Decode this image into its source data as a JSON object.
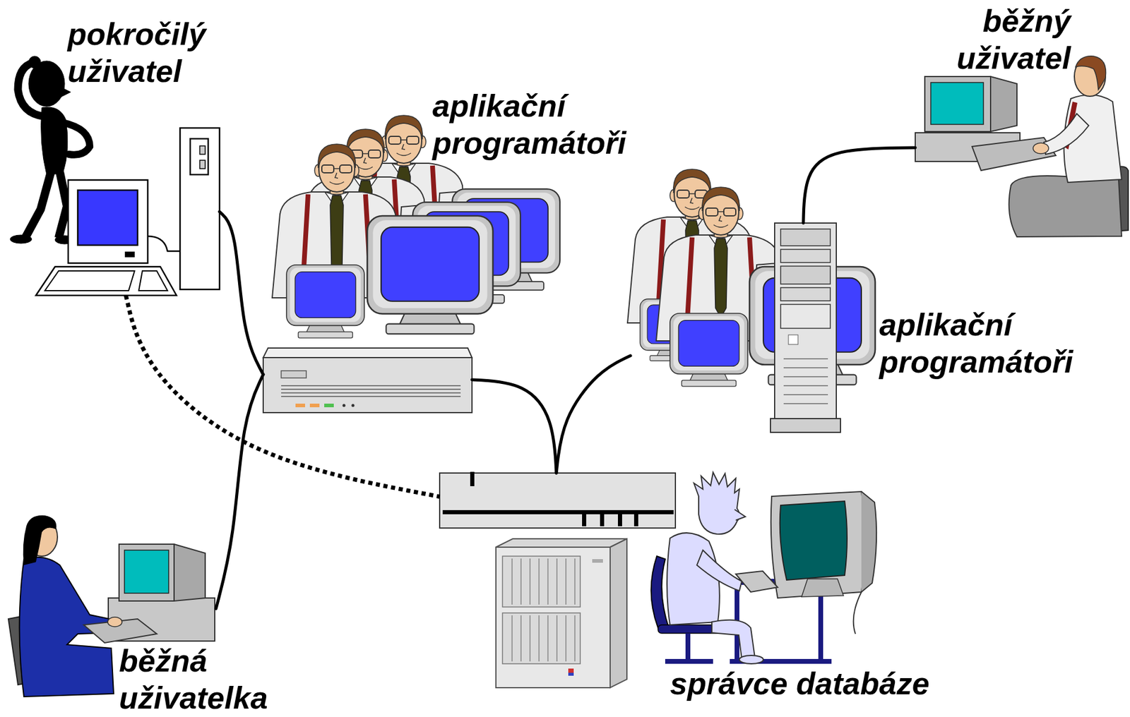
{
  "diagram": {
    "nodes": [
      {
        "text": [
          "pokročilý uživatel"
        ]
      },
      {
        "text": [
          "aplikační programátoři"
        ]
      },
      {
        "text": [
          "běžný uživatel"
        ]
      },
      {
        "text": [
          "aplikační programátoři"
        ]
      },
      {
        "text": [
          "běžná uživatelka"
        ]
      },
      {
        "text": [
          "správce databáze"
        ]
      }
    ],
    "edges": [
      {
        "from": 0,
        "to": 1,
        "arrow": "none"
      },
      {
        "from": 4,
        "to": 1,
        "arrow": "none"
      },
      {
        "from": 1,
        "to": 5,
        "arrow": "none"
      },
      {
        "from": 3,
        "to": 5,
        "arrow": "none"
      },
      {
        "from": 0,
        "to": 5,
        "arrow": "none"
      },
      {
        "from": 3,
        "to": 2,
        "arrow": "none"
      }
    ]
  }
}
